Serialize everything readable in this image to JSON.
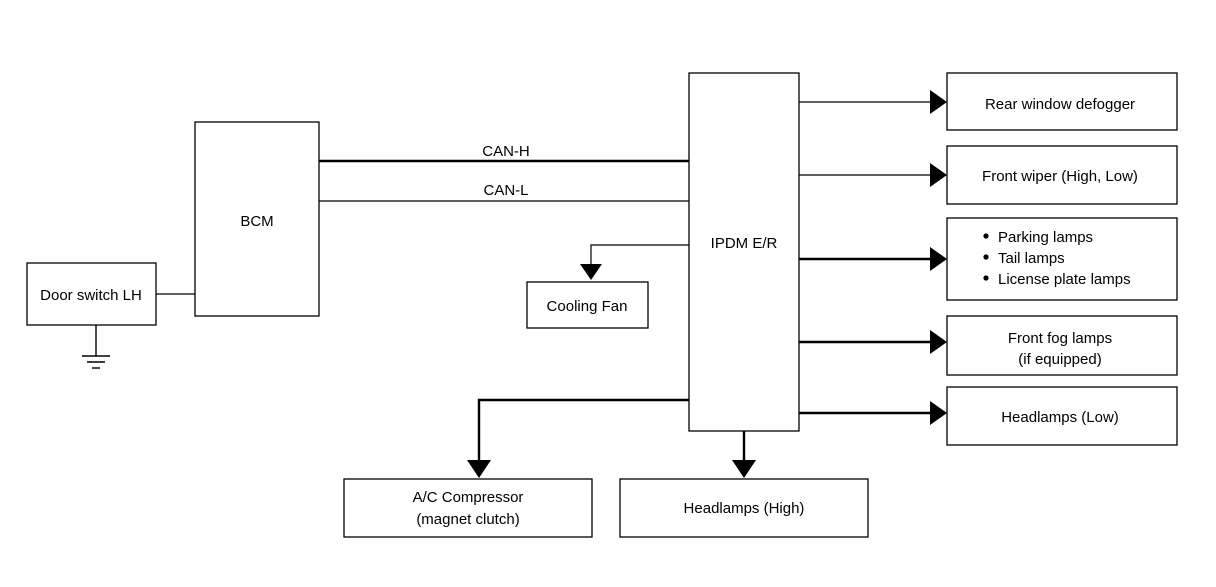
{
  "blocks": {
    "door_switch": "Door switch LH",
    "bcm": "BCM",
    "ipdm": "IPDM E/R",
    "cooling_fan": "Cooling Fan",
    "ac_compressor": [
      "A/C Compressor",
      "(magnet clutch)"
    ],
    "headlamps_high": "Headlamps (High)",
    "rear_defogger": "Rear window defogger",
    "front_wiper": "Front wiper (High, Low)",
    "lamps": [
      "Parking lamps",
      "Tail lamps",
      "License plate lamps"
    ],
    "front_fog": [
      "Front fog lamps",
      "(if equipped)"
    ],
    "headlamps_low": "Headlamps (Low)"
  },
  "bus": {
    "can_h": "CAN-H",
    "can_l": "CAN-L"
  }
}
